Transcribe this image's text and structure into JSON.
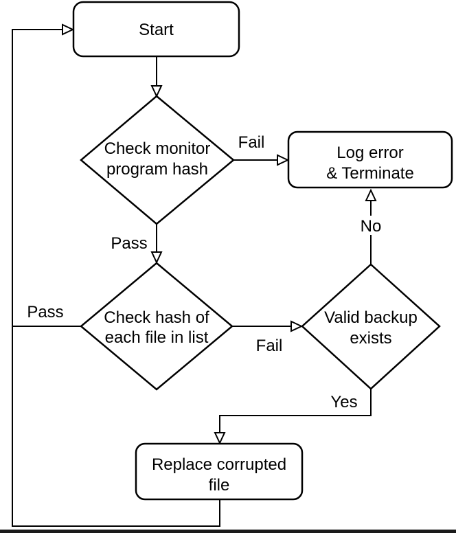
{
  "flowchart": {
    "nodes": {
      "start": {
        "type": "terminator",
        "label": "Start"
      },
      "check_monitor": {
        "type": "decision",
        "line1": "Check monitor",
        "line2": "program hash"
      },
      "log_error": {
        "type": "process",
        "line1": "Log error",
        "line2": "& Terminate"
      },
      "check_files": {
        "type": "decision",
        "line1": "Check hash of",
        "line2": "each file in list"
      },
      "valid_backup": {
        "type": "decision",
        "line1": "Valid backup",
        "line2": "exists"
      },
      "replace_file": {
        "type": "process",
        "line1": "Replace corrupted",
        "line2": "file"
      }
    },
    "edge_labels": {
      "check_monitor_fail": "Fail",
      "check_monitor_pass": "Pass",
      "check_files_pass": "Pass",
      "check_files_fail": "Fail",
      "valid_backup_no": "No",
      "valid_backup_yes": "Yes"
    },
    "edges": [
      {
        "from": "start",
        "to": "check_monitor",
        "label": ""
      },
      {
        "from": "check_monitor",
        "to": "log_error",
        "label": "Fail"
      },
      {
        "from": "check_monitor",
        "to": "check_files",
        "label": "Pass"
      },
      {
        "from": "check_files",
        "to": "valid_backup",
        "label": "Fail"
      },
      {
        "from": "check_files",
        "to": "start",
        "label": "Pass"
      },
      {
        "from": "valid_backup",
        "to": "log_error",
        "label": "No"
      },
      {
        "from": "valid_backup",
        "to": "replace_file",
        "label": "Yes"
      },
      {
        "from": "replace_file",
        "to": "start",
        "label": ""
      }
    ],
    "colors": {
      "line": "#000000",
      "text": "#000000",
      "node_fill": "#ffffff",
      "background": "#ffffff",
      "bottom_bar": "#1a1a1a"
    }
  }
}
